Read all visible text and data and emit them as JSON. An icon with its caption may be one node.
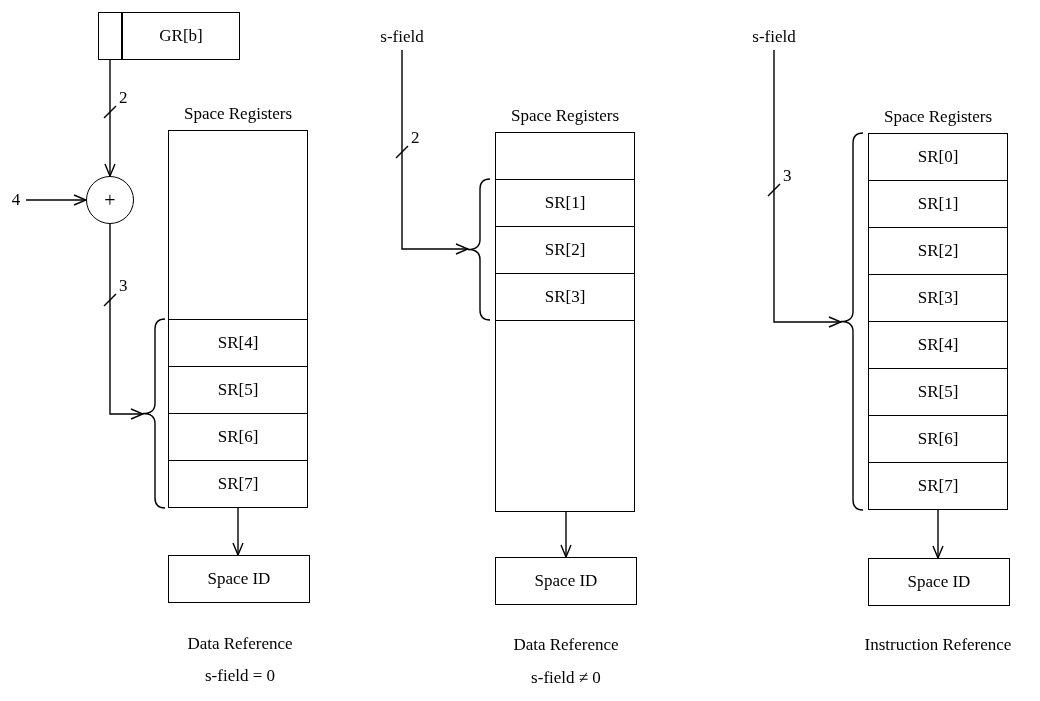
{
  "diagram": {
    "nodes": [
      {
        "text": [
          "GR[b]"
        ]
      },
      {
        "text": [
          "+"
        ]
      },
      {
        "text": [
          "4"
        ]
      },
      {
        "text": [
          "Space Registers"
        ]
      },
      {
        "text": [
          "SR[4]"
        ],
        "in": 3
      },
      {
        "text": [
          "SR[5]"
        ],
        "in": 3
      },
      {
        "text": [
          "SR[6]"
        ],
        "in": 3
      },
      {
        "text": [
          "SR[7]"
        ],
        "in": 3
      },
      {
        "text": [
          "Space ID"
        ]
      },
      {
        "text": [
          "s-field"
        ]
      },
      {
        "text": [
          "Space Registers"
        ]
      },
      {
        "text": [
          "SR[1]"
        ],
        "in": 10
      },
      {
        "text": [
          "SR[2]"
        ],
        "in": 10
      },
      {
        "text": [
          "SR[3]"
        ],
        "in": 10
      },
      {
        "text": [
          "Space ID"
        ]
      },
      {
        "text": [
          "s-field"
        ]
      },
      {
        "text": [
          "Space Registers"
        ]
      },
      {
        "text": [
          "SR[0]"
        ],
        "in": 16
      },
      {
        "text": [
          "SR[1]"
        ],
        "in": 16
      },
      {
        "text": [
          "SR[2]"
        ],
        "in": 16
      },
      {
        "text": [
          "SR[3]"
        ],
        "in": 16
      },
      {
        "text": [
          "SR[4]"
        ],
        "in": 16
      },
      {
        "text": [
          "SR[5]"
        ],
        "in": 16
      },
      {
        "text": [
          "SR[6]"
        ],
        "in": 16
      },
      {
        "text": [
          "SR[7]"
        ],
        "in": 16
      },
      {
        "text": [
          "Space ID"
        ]
      }
    ],
    "edges": [
      {
        "from": 0,
        "to": 1,
        "arrow": "to",
        "label": "2"
      },
      {
        "from": 2,
        "to": 1,
        "arrow": "to"
      },
      {
        "from": 1,
        "to": 3,
        "arrow": "to",
        "label": "3"
      },
      {
        "from": 3,
        "to": 8,
        "arrow": "to"
      },
      {
        "from": 9,
        "to": 10,
        "arrow": "to",
        "label": "2"
      },
      {
        "from": 10,
        "to": 14,
        "arrow": "to"
      },
      {
        "from": 15,
        "to": 16,
        "arrow": "to",
        "label": "3"
      },
      {
        "from": 16,
        "to": 25,
        "arrow": "to"
      }
    ],
    "labels": [
      "Data Reference",
      "s-field = 0",
      "Data Reference",
      "s-field ≠ 0",
      "Instruction Reference"
    ]
  }
}
